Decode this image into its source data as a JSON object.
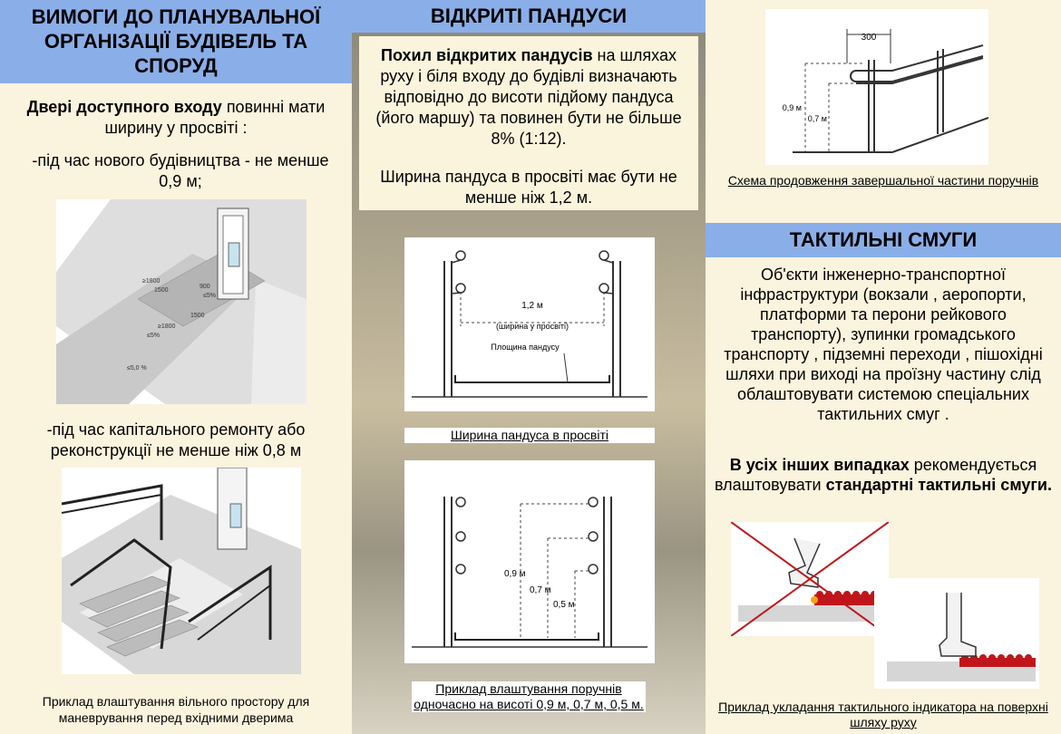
{
  "col1": {
    "title": "ВИМОГИ ДО ПЛАНУВАЛЬНОЇ ОРГАНІЗАЦІЇ БУДІВЕЛЬ ТА СПОРУД",
    "door_bold": "Двері доступного входу",
    "door_rest": " повинні мати ширину у просвіті :",
    "item_new": "-під час нового будівництва - не менше 0,9 м;",
    "item_repair": "-під час капітального ремонту або реконструкції не менше ніж 0,8 м",
    "fig1_labels": [
      "≥1800",
      "1500",
      "900",
      "1500",
      "≥1800",
      "≤5%",
      "≤5%",
      "≤5,0 %"
    ],
    "caption": "Приклад влаштування вільного простору для маневрування перед вхідними дверима"
  },
  "col2": {
    "title": "ВІДКРИТІ ПАНДУСИ",
    "slope_bold": "Похил відкритих пандусів",
    "slope_rest": " на шляхах руху і біля входу до будівлі визначають відповідно до висоти підйому пандуса (його маршу) та повинен бути не більше 8% (1:12).",
    "width_text": "Ширина пандуса в просвіті має бути не менше ніж 1,2 м.",
    "fig2": {
      "width_label": "1,2 м",
      "width_sub": "(ширина у просвіті)",
      "surface": "Площина пандусу"
    },
    "caption1": "Ширина пандуса в просвіті",
    "fig3": {
      "h1": "0,9 м",
      "h2": "0,7 м",
      "h3": "0,5 м"
    },
    "caption2": "Приклад влаштування поручнів одночасно на висоті 0,9 м, 0,7 м, 0,5 м."
  },
  "col3": {
    "fig": {
      "dim": "300",
      "h1": "0,9 м",
      "h2": "0,7 м"
    },
    "caption_top": "Схема продовження завершальної частини поручнів",
    "title": "ТАКТИЛЬНІ СМУГИ",
    "body": "Об'єкти інженерно-транспортної інфраструктури (вокзали , аеропорти, платформи та перони рейкового транспорту), зупинки громадського транспорту , підземні переходи , пішохідні шляхи при виході на проїзну частину слід облаштовувати системою спеціальних тактильних смуг .",
    "rec_bold": "В усіх інших випадках",
    "rec_mid": " рекомендується влаштовувати ",
    "rec_bold2": "стандартні тактильні смуги.",
    "caption_bottom": "Приклад укладання тактильного індикатора на поверхні шляху руху"
  },
  "colors": {
    "header": "#8aaee8",
    "panel": "#faf3dd",
    "tactile": "#c0161b"
  }
}
